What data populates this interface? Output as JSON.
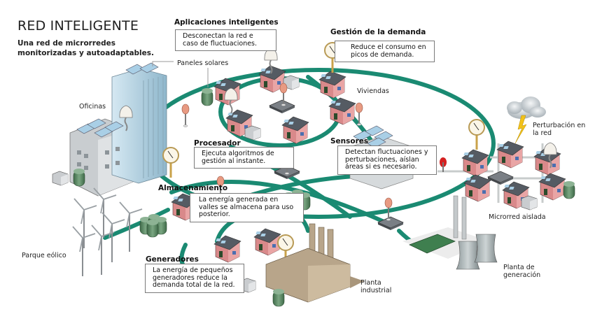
{
  "title": "RED INTELIGENTE",
  "subtitle": "Una red de microrredes monitorizadas y autoadaptables.",
  "callouts": {
    "aplicaciones": {
      "heading": "Aplicaciones inteligentes",
      "text": "Desconectan la red e caso de fluctuaciones."
    },
    "gestion": {
      "heading": "Gestión de la demanda",
      "text": "Reduce el consumo en picos de demanda."
    },
    "procesador": {
      "heading": "Procesador",
      "text": "Ejecuta algoritmos de gestión al instante."
    },
    "sensores": {
      "heading": "Sensores",
      "text": "Detectan fluctuaciones y perturbaciones, aíslan áreas si es necesario."
    },
    "almacenamiento": {
      "heading": "Almacenamiento",
      "text": "La energía generada en valles se almacena para uso posterior."
    },
    "generadores": {
      "heading": "Generadores",
      "text": "La energía de pequeños generadores reduce la demanda total de la red."
    }
  },
  "labels": {
    "paneles": "Paneles solares",
    "oficinas": "Oficinas",
    "viviendas": "Viviendas",
    "perturbacion": "Perturbación en la red",
    "microrred": "Microrred aislada",
    "parque": "Parque eólico",
    "planta_generacion": "Planta de generación",
    "planta_industrial": "Planta industrial"
  },
  "colors": {
    "grid_line": "#1a8a72",
    "house_wall": "#d9898a",
    "house_roof": "#555b63",
    "solar_panel": "#a9cfe6",
    "tank": "#5e8a66",
    "tower": "#b8d6e6",
    "factory": "#b8a58a",
    "power_plant": "#3f7f4f",
    "sensor": "#e89a82",
    "alert": "#d42020",
    "bolt": "#f2c21a"
  }
}
